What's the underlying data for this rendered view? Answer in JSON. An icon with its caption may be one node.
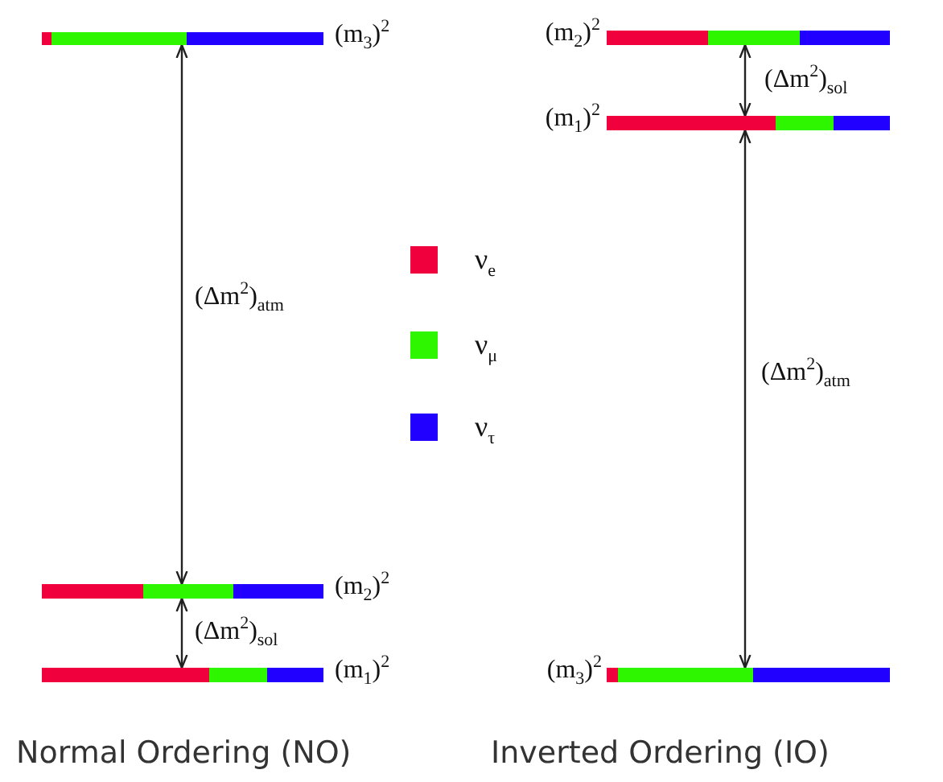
{
  "diagram": {
    "nodes": [
      {
        "text": [],
        "shape": "bar",
        "beside": [
          "(m$_{3}$)$^{2}$"
        ]
      },
      {
        "text": [],
        "shape": "bar",
        "beside": [
          "(m$_{2}$)$^{2}$"
        ]
      },
      {
        "text": [],
        "shape": "bar",
        "beside": [
          "(m$_{1}$)$^{2}$"
        ]
      },
      {
        "text": [],
        "shape": "bar",
        "beside": [
          "(m$_{2}$)$^{2}$"
        ]
      },
      {
        "text": [],
        "shape": "bar",
        "beside": [
          "(m$_{1}$)$^{2}$"
        ]
      },
      {
        "text": [],
        "shape": "bar",
        "beside": [
          "(m$_{3}$)$^{2}$"
        ]
      }
    ],
    "edges": [
      {
        "from": 0,
        "to": 3,
        "arrow": "both",
        "label": "(Δm$^{2}$)$_{atm}$"
      },
      {
        "from": 3,
        "to": 4,
        "arrow": "both",
        "label": "(Δm$^{2}$)$_{sol}$"
      },
      {
        "from": 1,
        "to": 2,
        "arrow": "both",
        "label": "(Δm$^{2}$)$_{sol}$"
      },
      {
        "from": 2,
        "to": 5,
        "arrow": "both",
        "label": "(Δm$^{2}$)$_{atm}$"
      }
    ],
    "labels": [
      "Normal Ordering (NO)",
      "Inverted Ordering (IO)"
    ],
    "legend": [
      {
        "text": "ν$_{e}$",
        "color": "#f0003c"
      },
      {
        "text": "ν$_{μ}$",
        "color": "#2ef500"
      },
      {
        "text": "ν$_{τ}$",
        "color": "#2200ff"
      }
    ]
  }
}
